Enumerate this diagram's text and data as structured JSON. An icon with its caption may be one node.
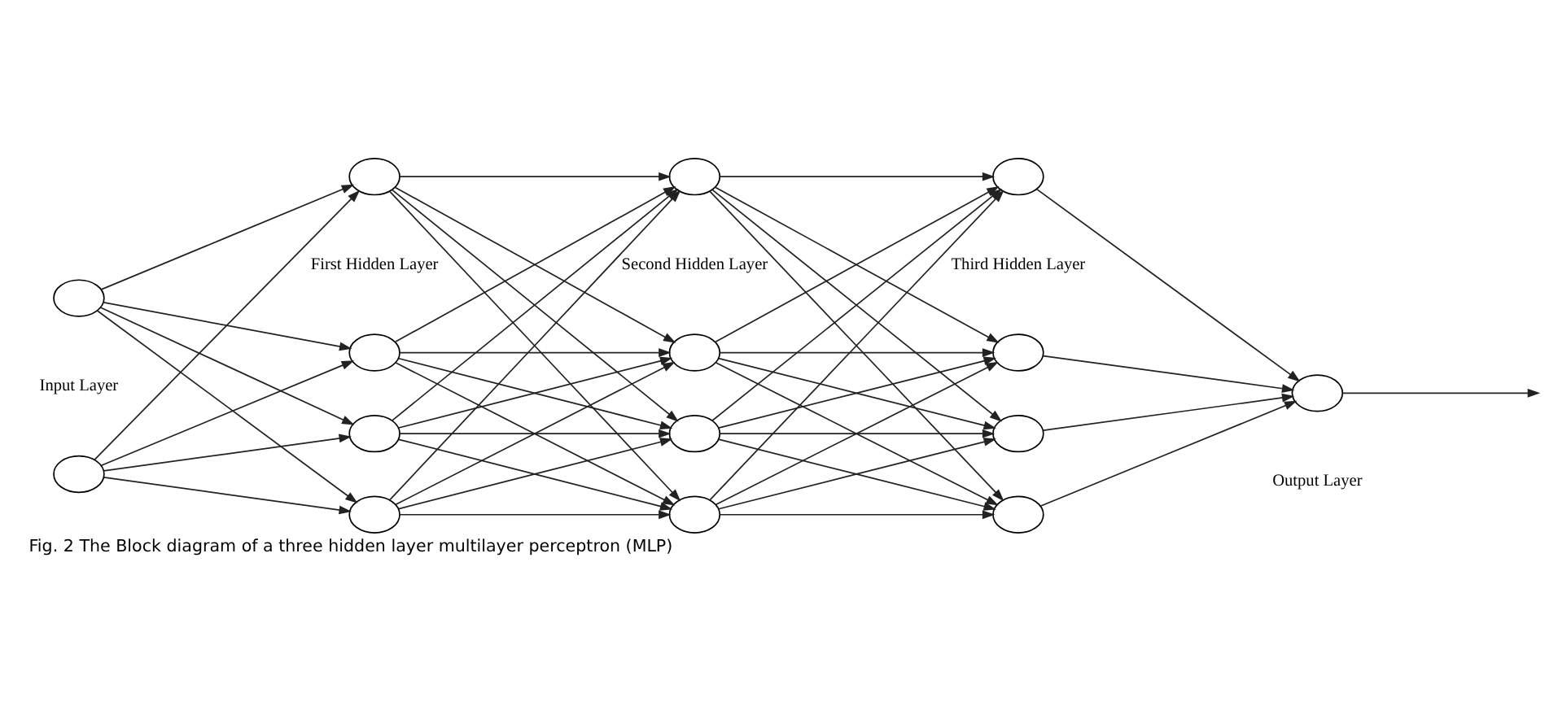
{
  "diagram": {
    "caption": "Fig. 2 The Block diagram of a three hidden layer multilayer perceptron (MLP)",
    "nodes": [
      {
        "text": [],
        "shape": "circle"
      },
      {
        "text": [],
        "shape": "circle"
      },
      {
        "text": [],
        "shape": "circle"
      },
      {
        "text": [],
        "shape": "circle"
      },
      {
        "text": [],
        "shape": "circle"
      },
      {
        "text": [],
        "shape": "circle"
      },
      {
        "text": [],
        "shape": "circle"
      },
      {
        "text": [],
        "shape": "circle"
      },
      {
        "text": [],
        "shape": "circle"
      },
      {
        "text": [],
        "shape": "circle"
      },
      {
        "text": [],
        "shape": "circle"
      },
      {
        "text": [],
        "shape": "circle"
      },
      {
        "text": [],
        "shape": "circle"
      },
      {
        "text": [],
        "shape": "circle"
      },
      {
        "text": [],
        "shape": "circle"
      }
    ],
    "edges": [
      {
        "from": 0,
        "to": 2,
        "arrow": "to"
      },
      {
        "from": 0,
        "to": 3,
        "arrow": "to"
      },
      {
        "from": 0,
        "to": 4,
        "arrow": "to"
      },
      {
        "from": 0,
        "to": 5,
        "arrow": "to"
      },
      {
        "from": 1,
        "to": 2,
        "arrow": "to"
      },
      {
        "from": 1,
        "to": 3,
        "arrow": "to"
      },
      {
        "from": 1,
        "to": 4,
        "arrow": "to"
      },
      {
        "from": 1,
        "to": 5,
        "arrow": "to"
      },
      {
        "from": 2,
        "to": 6,
        "arrow": "to"
      },
      {
        "from": 2,
        "to": 7,
        "arrow": "to"
      },
      {
        "from": 2,
        "to": 8,
        "arrow": "to"
      },
      {
        "from": 2,
        "to": 9,
        "arrow": "to"
      },
      {
        "from": 3,
        "to": 6,
        "arrow": "to"
      },
      {
        "from": 3,
        "to": 7,
        "arrow": "to"
      },
      {
        "from": 3,
        "to": 8,
        "arrow": "to"
      },
      {
        "from": 3,
        "to": 9,
        "arrow": "to"
      },
      {
        "from": 4,
        "to": 6,
        "arrow": "to"
      },
      {
        "from": 4,
        "to": 7,
        "arrow": "to"
      },
      {
        "from": 4,
        "to": 8,
        "arrow": "to"
      },
      {
        "from": 4,
        "to": 9,
        "arrow": "to"
      },
      {
        "from": 5,
        "to": 6,
        "arrow": "to"
      },
      {
        "from": 5,
        "to": 7,
        "arrow": "to"
      },
      {
        "from": 5,
        "to": 8,
        "arrow": "to"
      },
      {
        "from": 5,
        "to": 9,
        "arrow": "to"
      },
      {
        "from": 6,
        "to": 10,
        "arrow": "to"
      },
      {
        "from": 6,
        "to": 11,
        "arrow": "to"
      },
      {
        "from": 6,
        "to": 12,
        "arrow": "to"
      },
      {
        "from": 6,
        "to": 13,
        "arrow": "to"
      },
      {
        "from": 7,
        "to": 10,
        "arrow": "to"
      },
      {
        "from": 7,
        "to": 11,
        "arrow": "to"
      },
      {
        "from": 7,
        "to": 12,
        "arrow": "to"
      },
      {
        "from": 7,
        "to": 13,
        "arrow": "to"
      },
      {
        "from": 8,
        "to": 10,
        "arrow": "to"
      },
      {
        "from": 8,
        "to": 11,
        "arrow": "to"
      },
      {
        "from": 8,
        "to": 12,
        "arrow": "to"
      },
      {
        "from": 8,
        "to": 13,
        "arrow": "to"
      },
      {
        "from": 9,
        "to": 10,
        "arrow": "to"
      },
      {
        "from": 9,
        "to": 11,
        "arrow": "to"
      },
      {
        "from": 9,
        "to": 12,
        "arrow": "to"
      },
      {
        "from": 9,
        "to": 13,
        "arrow": "to"
      },
      {
        "from": 10,
        "to": 14,
        "arrow": "to"
      },
      {
        "from": 11,
        "to": 14,
        "arrow": "to"
      },
      {
        "from": 12,
        "to": 14,
        "arrow": "to"
      },
      {
        "from": 13,
        "to": 14,
        "arrow": "to"
      },
      {
        "from": 14,
        "to": null,
        "arrow": "to"
      }
    ],
    "labels": [
      "Input Layer",
      "First Hidden Layer",
      "Second Hidden Layer",
      "Third Hidden Layer",
      "Output Layer"
    ]
  }
}
